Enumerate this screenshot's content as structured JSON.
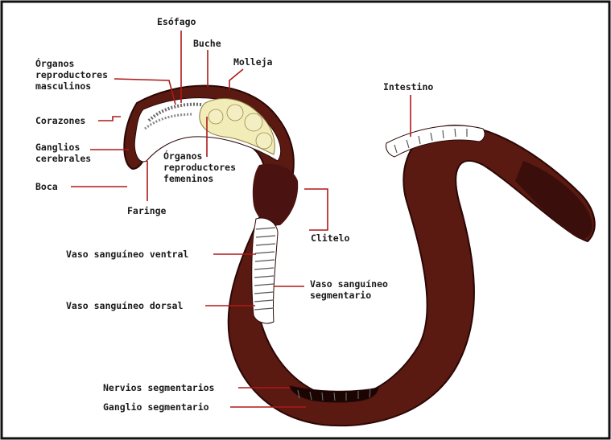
{
  "labels": {
    "esofago": "Esófago",
    "buche": "Buche",
    "molleja": "Molleja",
    "organos_masc": "Órganos\nreproductores\nmasculinos",
    "corazones": "Corazones",
    "ganglios": "Ganglios\ncerebrales",
    "boca": "Boca",
    "faringe": "Faringe",
    "organos_fem": "Órganos\nreproductores\nfemeninos",
    "intestino": "Intestino",
    "clitelo": "Clitelo",
    "vaso_ventral": "Vaso sanguíneo ventral",
    "vaso_dorsal": "Vaso sanguíneo dorsal",
    "vaso_segmentario": "Vaso sanguíneo\nsegmentario",
    "nervios": "Nervios segmentarios",
    "ganglio_seg": "Ganglio segmentario"
  },
  "colors": {
    "body": "#5a1a12",
    "body_dark": "#3a0e0a",
    "leader": "#b01818",
    "organs": "#f1ecb8",
    "cavity": "#ffffff"
  }
}
